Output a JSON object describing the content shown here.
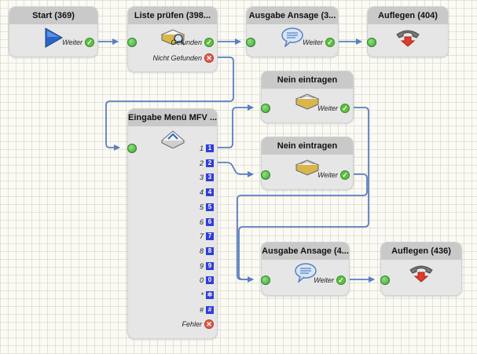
{
  "colors": {
    "wire": "#5b7fc0",
    "title_bg": "#c9c9c9",
    "node_bg": "#e6e6e6",
    "port_green": "#5fbf3f",
    "port_red": "#e05a4a",
    "key_blue": "#2f3fd8"
  },
  "nodes": {
    "start": {
      "title": "Start (369)",
      "icon": "play-icon",
      "outputs": [
        {
          "label": "Weiter",
          "status": "ok"
        }
      ]
    },
    "liste": {
      "title": "Liste prüfen (398...",
      "icon": "list-search-icon",
      "outputs": [
        {
          "label": "Gefunden",
          "status": "ok"
        },
        {
          "label": "Nicht Gefunden",
          "status": "error"
        }
      ]
    },
    "ansage1": {
      "title": "Ausgabe Ansage (3...",
      "icon": "speech-bubble-icon",
      "outputs": [
        {
          "label": "Weiter",
          "status": "ok"
        }
      ]
    },
    "auflegen1": {
      "title": "Auflegen (404)",
      "icon": "hangup-phone-icon",
      "outputs": []
    },
    "nein1": {
      "title": "Nein eintragen",
      "icon": "inbox-tray-icon",
      "outputs": [
        {
          "label": "Weiter",
          "status": "ok"
        }
      ]
    },
    "nein2": {
      "title": "Nein eintragen",
      "icon": "inbox-tray-icon",
      "outputs": [
        {
          "label": "Weiter",
          "status": "ok"
        }
      ]
    },
    "menu": {
      "title": "Eingabe Menü MFV ...",
      "icon": "keypad-icon",
      "keys": [
        {
          "label": "1",
          "key": "1"
        },
        {
          "label": "2",
          "key": "2"
        },
        {
          "label": "3",
          "key": "3"
        },
        {
          "label": "4",
          "key": "4"
        },
        {
          "label": "5",
          "key": "5"
        },
        {
          "label": "6",
          "key": "6"
        },
        {
          "label": "7",
          "key": "7"
        },
        {
          "label": "8",
          "key": "8"
        },
        {
          "label": "9",
          "key": "9"
        },
        {
          "label": "0",
          "key": "0"
        },
        {
          "label": "*",
          "key": "✲"
        },
        {
          "label": "#",
          "key": "#"
        }
      ],
      "error_label": "Fehler"
    },
    "ansage2": {
      "title": "Ausgabe Ansage (4...",
      "icon": "speech-bubble-icon",
      "outputs": [
        {
          "label": "Weiter",
          "status": "ok"
        }
      ]
    },
    "auflegen2": {
      "title": "Auflegen (436)",
      "icon": "hangup-phone-icon",
      "outputs": []
    }
  }
}
